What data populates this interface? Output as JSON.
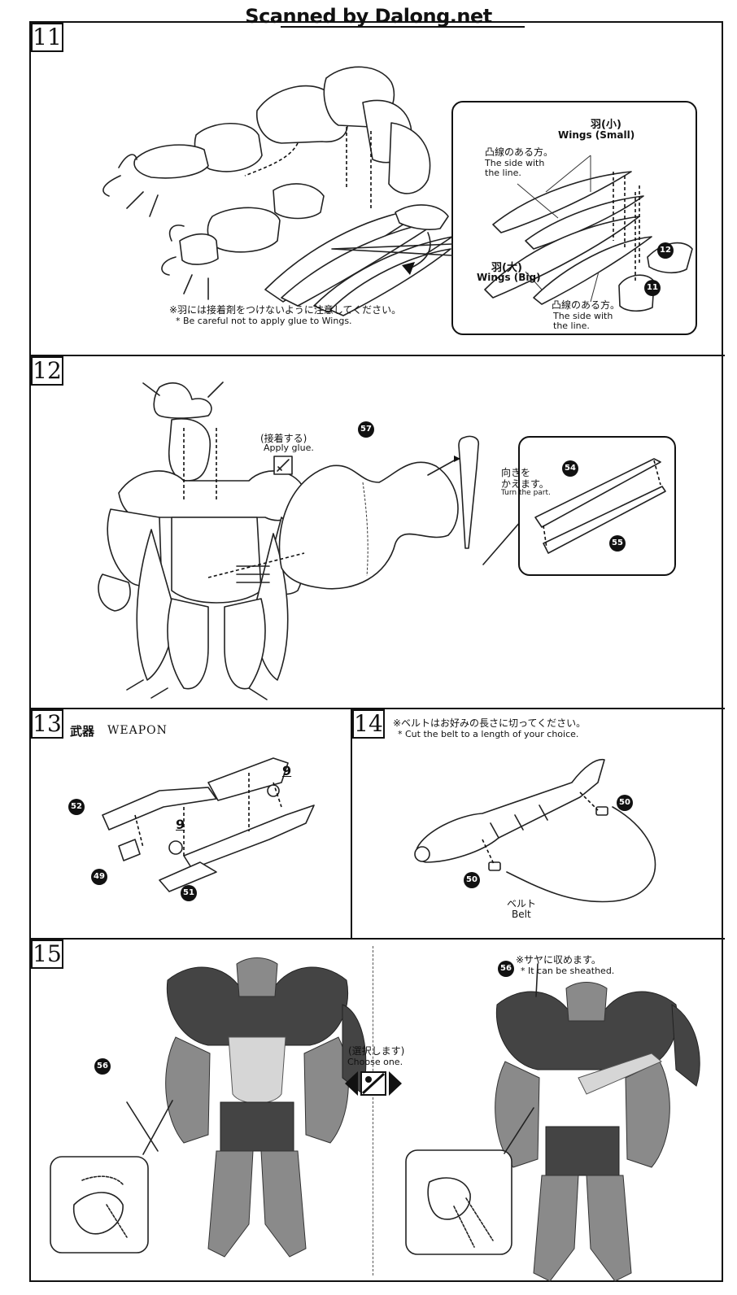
{
  "watermark": "Scanned by Dalong.net",
  "steps": {
    "s11": {
      "number": "11",
      "note_jp": "※羽には接着剤をつけないように注意してください。",
      "note_en": "* Be careful not to apply glue to Wings.",
      "callout": {
        "wings_small_jp": "羽(小)",
        "wings_small_en": "Wings (Small)",
        "wings_big_jp": "羽(大)",
        "wings_big_en": "Wings (Big)",
        "line_side_jp": "凸線のある方。",
        "line_side_en_1": "The side with",
        "line_side_en_2": "the line.",
        "part_12": "12",
        "part_11": "11"
      }
    },
    "s12": {
      "number": "12",
      "glue_jp": "(接着する)",
      "glue_en": "Apply glue.",
      "part_57": "57",
      "turn_jp_1": "向きを",
      "turn_jp_2": "かえます。",
      "turn_en": "Turn the part.",
      "part_54": "54",
      "part_55": "55"
    },
    "s13": {
      "number": "13",
      "title_jp": "武器",
      "title_en": "WEAPON",
      "part_9a": "9",
      "part_9b": "9",
      "part_52": "52",
      "part_49": "49",
      "part_51": "51"
    },
    "s14": {
      "number": "14",
      "note_jp": "※ベルトはお好みの長さに切ってください。",
      "note_en": "* Cut the belt to a length of your choice.",
      "part_50a": "50",
      "part_50b": "50",
      "belt_jp": "ベルト",
      "belt_en": "Belt"
    },
    "s15": {
      "number": "15",
      "part_56_left": "56",
      "choose_jp": "(選択します)",
      "choose_en": "Choose one.",
      "sheath_jp": "※サヤに収めます。",
      "sheath_en": "* It can be sheathed.",
      "part_56_right": "56"
    }
  },
  "colors": {
    "ink": "#111111",
    "paper": "#ffffff",
    "figure": "#5a5a5a"
  },
  "icons": [
    "wing-part-icon",
    "choose-one-icon",
    "glue-brush-icon"
  ]
}
